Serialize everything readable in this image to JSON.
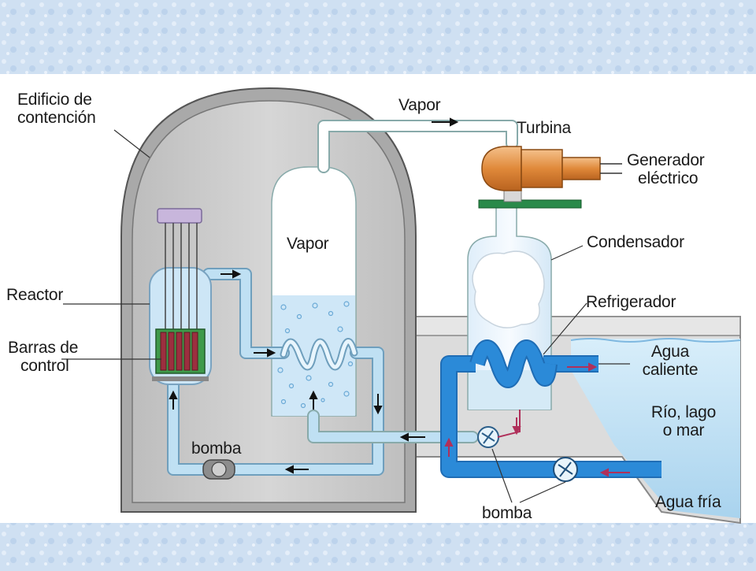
{
  "labels": {
    "containment": [
      "Edificio de",
      "contención"
    ],
    "vapor_pipe": "Vapor",
    "turbine": "Turbina",
    "generator": [
      "Generador",
      "eléctrico"
    ],
    "vapor_tank": "Vapor",
    "condenser": "Condensador",
    "reactor": "Reactor",
    "control_rods": [
      "Barras de",
      "control"
    ],
    "cooler": "Refrigerador",
    "hot_water": [
      "Agua",
      "caliente"
    ],
    "water_body": [
      "Río, lago",
      "o mar"
    ],
    "pump_primary": "bomba",
    "pump_secondary": "bomba",
    "cold_water": "Agua fría"
  },
  "colors": {
    "background": "#cfe0f2",
    "building": "#cfcfcf",
    "primary_water": "#bfe0f3",
    "cooling_water": "#2b8ad8",
    "turbine": "#e49a4e",
    "flow_arrow": "#b0305a"
  }
}
